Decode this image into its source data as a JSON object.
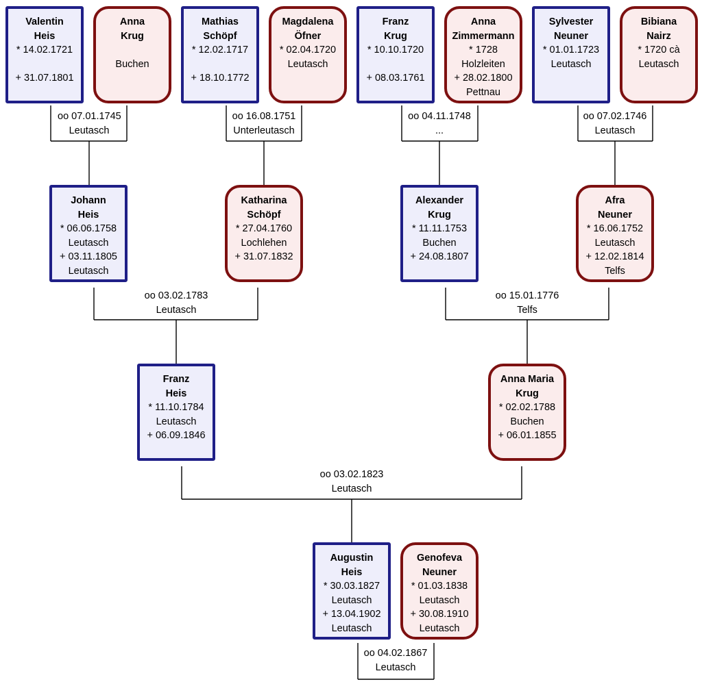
{
  "people": {
    "valentin_heis": {
      "first": "Valentin",
      "last": "Heis",
      "birth": "* 14.02.1721",
      "birth_place": "",
      "death": "+ 31.07.1801",
      "death_place": ""
    },
    "anna_krug_1": {
      "first": "Anna",
      "last": "Krug",
      "birth": "",
      "birth_place": "Buchen",
      "death": "",
      "death_place": ""
    },
    "mathias_schoepf": {
      "first": "Mathias",
      "last": "Schöpf",
      "birth": "* 12.02.1717",
      "birth_place": "",
      "death": "+ 18.10.1772",
      "death_place": ""
    },
    "magdalena_oefner": {
      "first": "Magdalena",
      "last": "Öfner",
      "birth": "* 02.04.1720",
      "birth_place": "Leutasch",
      "death": "",
      "death_place": ""
    },
    "franz_krug": {
      "first": "Franz",
      "last": "Krug",
      "birth": "* 10.10.1720",
      "birth_place": "",
      "death": "+ 08.03.1761",
      "death_place": ""
    },
    "anna_zimmermann": {
      "first": "Anna",
      "last": "Zimmermann",
      "birth": "* 1728",
      "birth_place": "Holzleiten",
      "death": "+ 28.02.1800",
      "death_place": "Pettnau"
    },
    "sylvester_neuner": {
      "first": "Sylvester",
      "last": "Neuner",
      "birth": "* 01.01.1723",
      "birth_place": "Leutasch",
      "death": "",
      "death_place": ""
    },
    "bibiana_nairz": {
      "first": "Bibiana",
      "last": "Nairz",
      "birth": "* 1720 cà",
      "birth_place": "Leutasch",
      "death": "",
      "death_place": ""
    },
    "johann_heis": {
      "first": "Johann",
      "last": "Heis",
      "birth": "* 06.06.1758",
      "birth_place": "Leutasch",
      "death": "+ 03.11.1805",
      "death_place": "Leutasch"
    },
    "katharina_schoepf": {
      "first": "Katharina",
      "last": "Schöpf",
      "birth": "* 27.04.1760",
      "birth_place": "Lochlehen",
      "death": "+ 31.07.1832",
      "death_place": ""
    },
    "alexander_krug": {
      "first": "Alexander",
      "last": "Krug",
      "birth": "* 11.11.1753",
      "birth_place": "Buchen",
      "death": "+ 24.08.1807",
      "death_place": ""
    },
    "afra_neuner": {
      "first": "Afra",
      "last": "Neuner",
      "birth": "* 16.06.1752",
      "birth_place": "Leutasch",
      "death": "+ 12.02.1814",
      "death_place": "Telfs"
    },
    "franz_heis": {
      "first": "Franz",
      "last": "Heis",
      "birth": "* 11.10.1784",
      "birth_place": "Leutasch",
      "death": "+ 06.09.1846",
      "death_place": ""
    },
    "anna_maria_krug": {
      "first": "Anna Maria",
      "last": "Krug",
      "birth": "* 02.02.1788",
      "birth_place": "Buchen",
      "death": "+ 06.01.1855",
      "death_place": ""
    },
    "augustin_heis": {
      "first": "Augustin",
      "last": "Heis",
      "birth": "* 30.03.1827",
      "birth_place": "Leutasch",
      "death": "+ 13.04.1902",
      "death_place": "Leutasch"
    },
    "genofeva_neuner": {
      "first": "Genofeva",
      "last": "Neuner",
      "birth": "* 01.03.1838",
      "birth_place": "Leutasch",
      "death": "+ 30.08.1910",
      "death_place": "Leutasch"
    }
  },
  "marriages": {
    "m1": {
      "date": "oo 07.01.1745",
      "place": "Leutasch"
    },
    "m2": {
      "date": "oo 16.08.1751",
      "place": "Unterleutasch"
    },
    "m3": {
      "date": "oo 04.11.1748",
      "place": "..."
    },
    "m4": {
      "date": "oo 07.02.1746",
      "place": "Leutasch"
    },
    "m5": {
      "date": "oo 03.02.1783",
      "place": "Leutasch"
    },
    "m6": {
      "date": "oo 15.01.1776",
      "place": "Telfs"
    },
    "m7": {
      "date": "oo 03.02.1823",
      "place": "Leutasch"
    },
    "m8": {
      "date": "oo 04.02.1867",
      "place": "Leutasch"
    }
  },
  "colors": {
    "male_border": "#1f1f87",
    "male_fill": "#eeeefb",
    "female_border": "#7d1010",
    "female_fill": "#fbecec"
  }
}
